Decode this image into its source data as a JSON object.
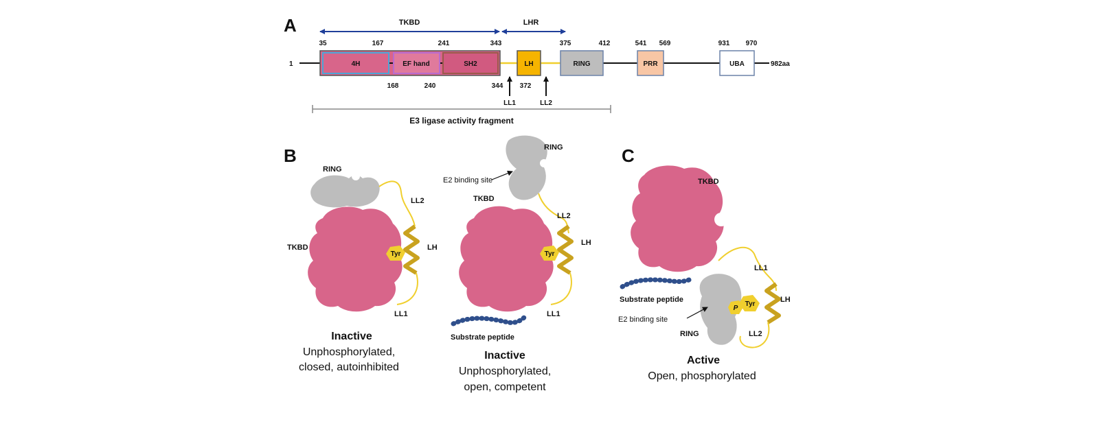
{
  "panel_a": {
    "label": "A",
    "tkbd_span": "TKBD",
    "lhr_span": "LHR",
    "start_num": "1",
    "end_label": "982aa",
    "top_numbers": {
      "n35": "35",
      "n167": "167",
      "n241": "241",
      "n343": "343",
      "n375": "375",
      "n412": "412",
      "n541": "541",
      "n569": "569",
      "n931": "931",
      "n970": "970"
    },
    "bottom_numbers": {
      "n168": "168",
      "n240": "240",
      "n344": "344",
      "n372": "372"
    },
    "domains": {
      "d4h": "4H",
      "ef": "EF hand",
      "sh2": "SH2",
      "lh": "LH",
      "ring": "RING",
      "prr": "PRR",
      "uba": "UBA"
    },
    "ll1": "LL1",
    "ll2": "LL2",
    "fragment": "E3 ligase activity fragment"
  },
  "panel_b": {
    "label": "B",
    "left": {
      "ring": "RING",
      "ll2": "LL2",
      "tkbd": "TKBD",
      "tyr": "Tyr",
      "lh": "LH",
      "ll1": "LL1",
      "state": "Inactive",
      "cap1": "Unphosphorylated,",
      "cap2": "closed, autoinhibited"
    },
    "right": {
      "ring": "RING",
      "e2": "E2 binding site",
      "tkbd": "TKBD",
      "ll2": "LL2",
      "tyr": "Tyr",
      "lh": "LH",
      "ll1": "LL1",
      "substrate": "Substrate peptide",
      "state": "Inactive",
      "cap1": "Unphosphorylated,",
      "cap2": "open, competent"
    }
  },
  "panel_c": {
    "label": "C",
    "tkbd": "TKBD",
    "ll1": "LL1",
    "substrate": "Substrate peptide",
    "lh": "LH",
    "p": "P",
    "tyr": "Tyr",
    "e2": "E2 binding site",
    "ring": "RING",
    "ll2": "LL2",
    "state": "Active",
    "cap": "Open, phosphorylated"
  },
  "colors": {
    "tkbd_pink": "#d8658a",
    "ring_gray": "#bdbdbd",
    "linker_yellow": "#f0cf2e",
    "helix_gold": "#c9a21f",
    "lh_orange": "#f6b400",
    "prr_peach": "#f8c6a5",
    "peptide_blue": "#2f4f8c",
    "arrow_blue": "#1f3f9a"
  }
}
